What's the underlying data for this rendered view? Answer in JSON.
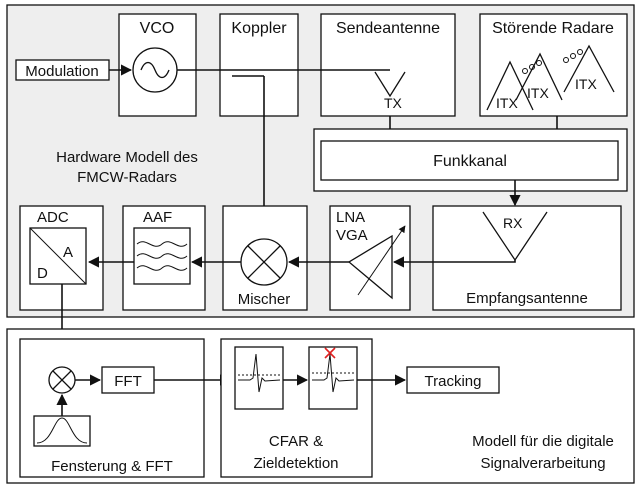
{
  "hardware": {
    "vco": "VCO",
    "koppler": "Koppler",
    "sendeantenne": "Sendeantenne",
    "stoerende": "Störende Radare",
    "modulation": "Modulation",
    "tx": "TX",
    "itx": "ITX",
    "funkkanal": "Funkkanal",
    "model_line1": "Hardware Modell des",
    "model_line2": "FMCW-Radars",
    "adc": "ADC",
    "adc_a": "A",
    "adc_d": "D",
    "aaf": "AAF",
    "mischer": "Mischer",
    "lna": "LNA",
    "vga": "VGA",
    "rx": "RX",
    "empfangsantenne": "Empfangsantenne"
  },
  "digital": {
    "fft": "FFT",
    "fensterung": "Fensterung & FFT",
    "cfar_line1": "CFAR &",
    "cfar_line2": "Zieldetektion",
    "tracking": "Tracking",
    "model_line1": "Modell für die digitale",
    "model_line2": "Signalverarbeitung"
  },
  "colors": {
    "panel_fill": "#eeeeee",
    "detection_marker": "#e02020"
  }
}
